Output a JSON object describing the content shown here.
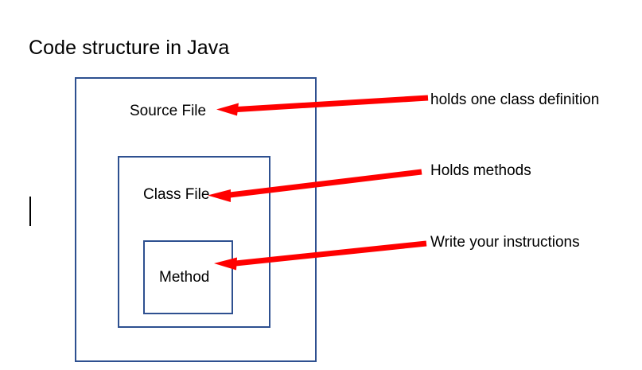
{
  "page": {
    "title": "Code structure in Java",
    "background_color": "#FFFFFF",
    "text_color": "#000000"
  },
  "diagram": {
    "box_border_color": "#2E5090",
    "arrow_color": "#FF0000",
    "boxes": [
      {
        "id": "source-file",
        "label": "Source File",
        "level": 1
      },
      {
        "id": "class-file",
        "label": "Class File",
        "level": 2
      },
      {
        "id": "method",
        "label": "Method",
        "level": 3
      }
    ],
    "callouts": [
      {
        "id": "source-file",
        "text": "holds one class definition",
        "points_to": "Source File"
      },
      {
        "id": "class-file",
        "text": "Holds methods",
        "points_to": "Class File"
      },
      {
        "id": "method",
        "text": "Write your instructions",
        "points_to": "Method"
      }
    ]
  },
  "caret": {
    "name": "text-cursor"
  }
}
